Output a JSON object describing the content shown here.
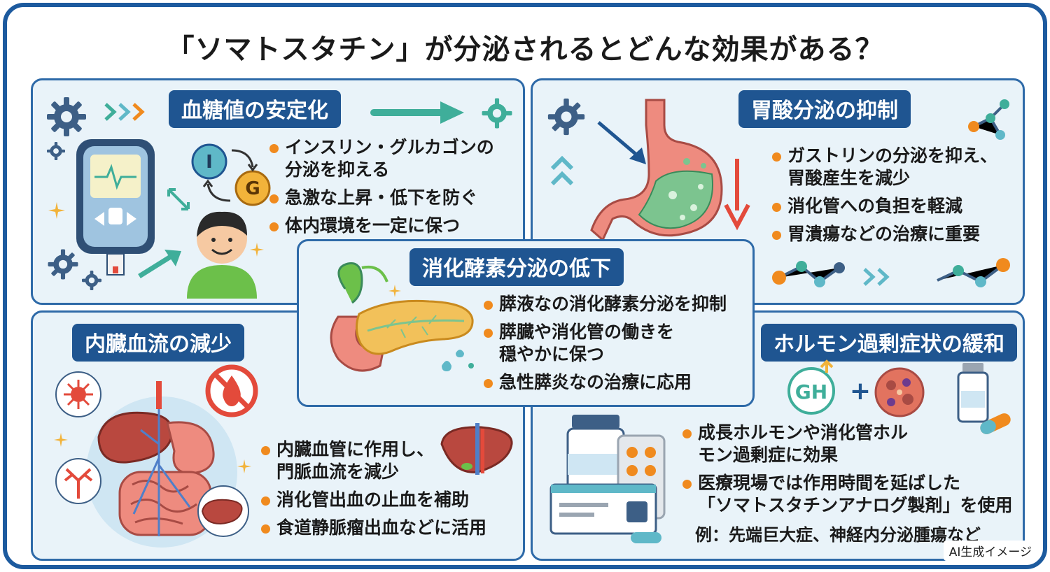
{
  "title": "「ソマトスタチン」が分泌されるとどんな効果がある？",
  "watermark": "AI生成イメージ",
  "panels": {
    "blood_sugar": {
      "heading": "血糖値の安定化",
      "icon_labels": [
        "I",
        "G"
      ],
      "bullets": [
        [
          "インスリン・グルカゴンの",
          "分泌を抑える"
        ],
        [
          "急激な上昇・低下を防ぐ"
        ],
        [
          "体内環境を一定に保つ"
        ]
      ]
    },
    "gastric_acid": {
      "heading": "胃酸分泌の抑制",
      "bullets": [
        [
          "ガストリンの分泌を抑え、",
          "胃酸産生を減少"
        ],
        [
          "消化管への負担を軽減"
        ],
        [
          "胃潰瘍などの治療に重要"
        ]
      ]
    },
    "digestive_enzyme": {
      "heading": "消化酵素分泌の低下",
      "bullets": [
        [
          "膵液なの消化酵素分泌を抑制"
        ],
        [
          "膵臓や消化管の働きを",
          "穏やかに保つ"
        ],
        [
          "急性膵炎なの治療に応用"
        ]
      ]
    },
    "visceral_blood": {
      "heading": "内臓血流の減少",
      "bullets": [
        [
          "内臓血管に作用し、",
          "門脈血流を減少"
        ],
        [
          "消化管出血の止血を補助"
        ],
        [
          "食道静脈瘤出血などに活用"
        ]
      ]
    },
    "hormone_excess": {
      "heading": "ホルモン過剰症状の緩和",
      "icon_labels": [
        "GH",
        "+"
      ],
      "bullets": [
        [
          "成長ホルモンや消化管ホル",
          "モン過剰症に効果"
        ],
        [
          "医療現場では作用時間を延ばした",
          "「ソマトスタチンアナログ製剤」を使用"
        ]
      ],
      "example": "例：先端巨大症、神経内分泌腫瘍など"
    }
  },
  "colors": {
    "frame": "#1c5a9e",
    "banner": "#1f5591",
    "panel_bg": "#e9f3f9",
    "bullet": "#f08a1e",
    "teal": "#3fae9a",
    "coral": "#e8705f"
  }
}
